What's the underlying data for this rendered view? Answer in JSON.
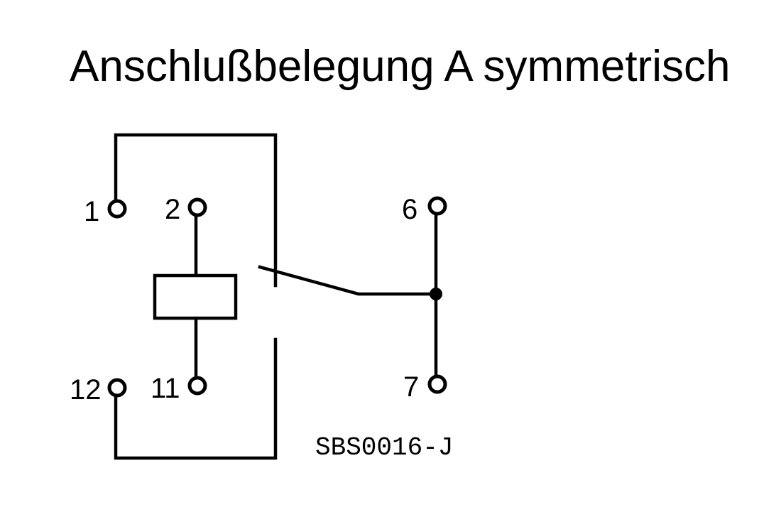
{
  "title": "Anschlußbelegung A symmetrisch",
  "pins": {
    "p1": "1",
    "p2": "2",
    "p6": "6",
    "p7": "7",
    "p11": "11",
    "p12": "12"
  },
  "diagram_code": "SBS0016-J"
}
